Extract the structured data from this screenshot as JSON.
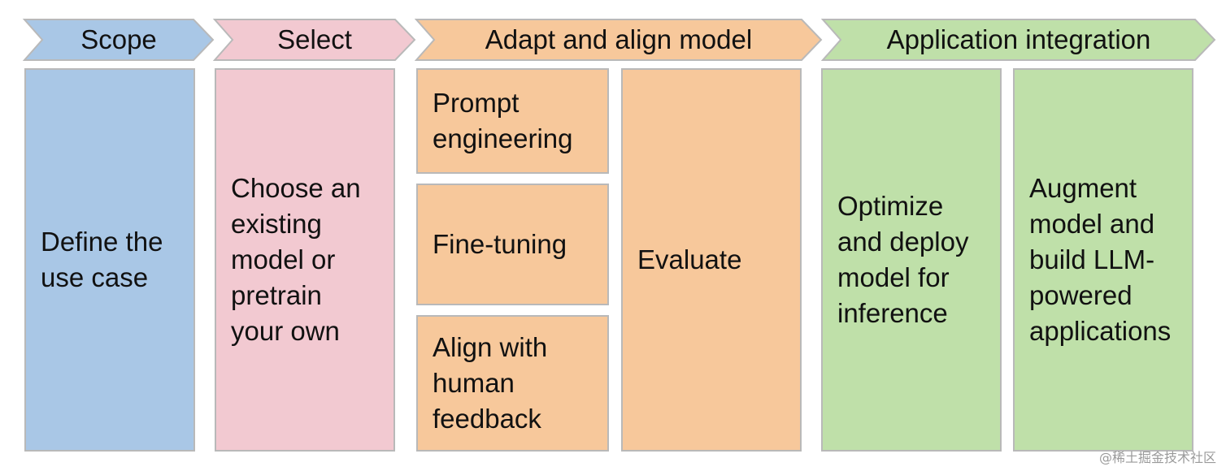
{
  "phases": [
    {
      "label": "Scope",
      "fill": "#a9c7e6"
    },
    {
      "label": "Select",
      "fill": "#f2c9d1"
    },
    {
      "label": "Adapt and align model",
      "fill": "#f7c89b"
    },
    {
      "label": "Application integration",
      "fill": "#bfe0a9"
    }
  ],
  "boxes": {
    "define": "Define the\nuse case",
    "choose": "Choose an\nexisting\nmodel or\npretrain\nyour own",
    "prompt": "Prompt\nengineering",
    "finetune": "Fine-tuning",
    "align": "Align with\nhuman\nfeedback",
    "evaluate": "Evaluate",
    "optimize": "Optimize\nand deploy\nmodel for\ninference",
    "augment": "Augment\nmodel and\nbuild LLM-\npowered\napplications"
  },
  "watermark": "@稀土掘金技术社区",
  "colors": {
    "border": "#b9b9b9",
    "scope": "#a9c7e6",
    "select": "#f2c9d1",
    "adapt": "#f7c89b",
    "integration": "#bfe0a9"
  }
}
